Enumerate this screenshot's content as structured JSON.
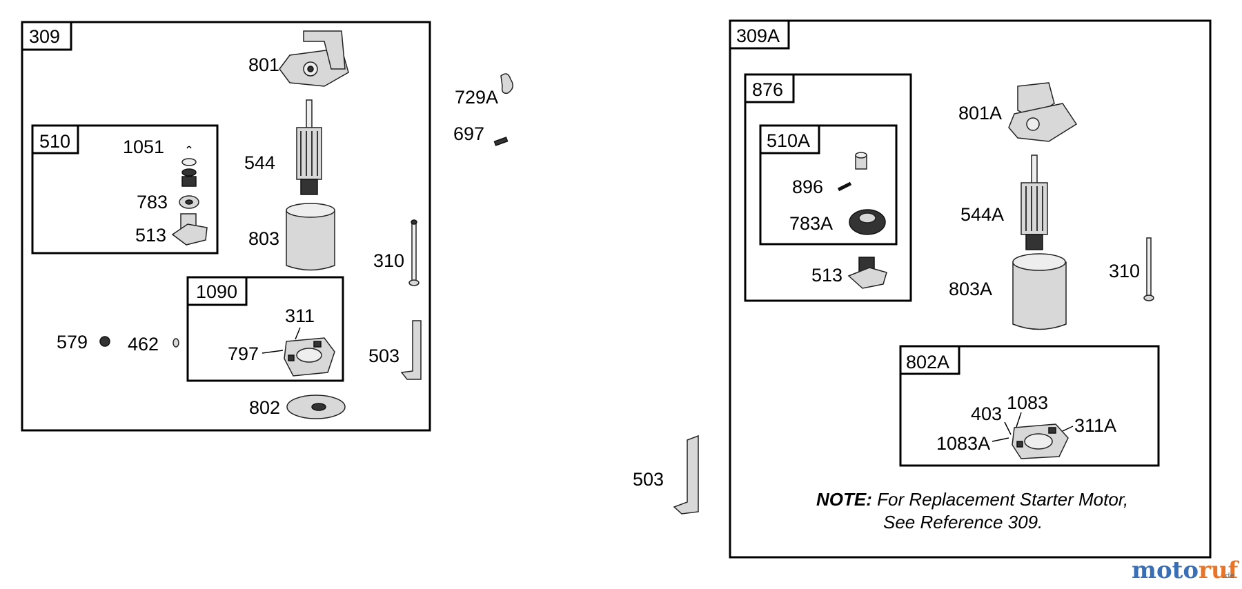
{
  "groups": {
    "g309": "309",
    "g510": "510",
    "g1090": "1090",
    "g309A": "309A",
    "g876": "876",
    "g510A": "510A",
    "g802A": "802A"
  },
  "parts": {
    "p801": "801",
    "p1051": "1051",
    "p544": "544",
    "p783": "783",
    "p513_left": "513",
    "p803": "803",
    "p310_left": "310",
    "p311": "311",
    "p797": "797",
    "p579": "579",
    "p462": "462",
    "p503_left": "503",
    "p802": "802",
    "p729A": "729A",
    "p697": "697",
    "p503_mid": "503",
    "p801A": "801A",
    "p896": "896",
    "p783A": "783A",
    "p513_right": "513",
    "p544A": "544A",
    "p310_right": "310",
    "p803A": "803A",
    "p403": "403",
    "p1083": "1083",
    "p311A": "311A",
    "p1083A": "1083A"
  },
  "note": {
    "bold": "NOTE:",
    "line1": " For Replacement Starter Motor,",
    "line2": "See Reference 309."
  },
  "watermark": {
    "part1": "moto",
    "part2": "ruf",
    "suffix": ".de"
  }
}
